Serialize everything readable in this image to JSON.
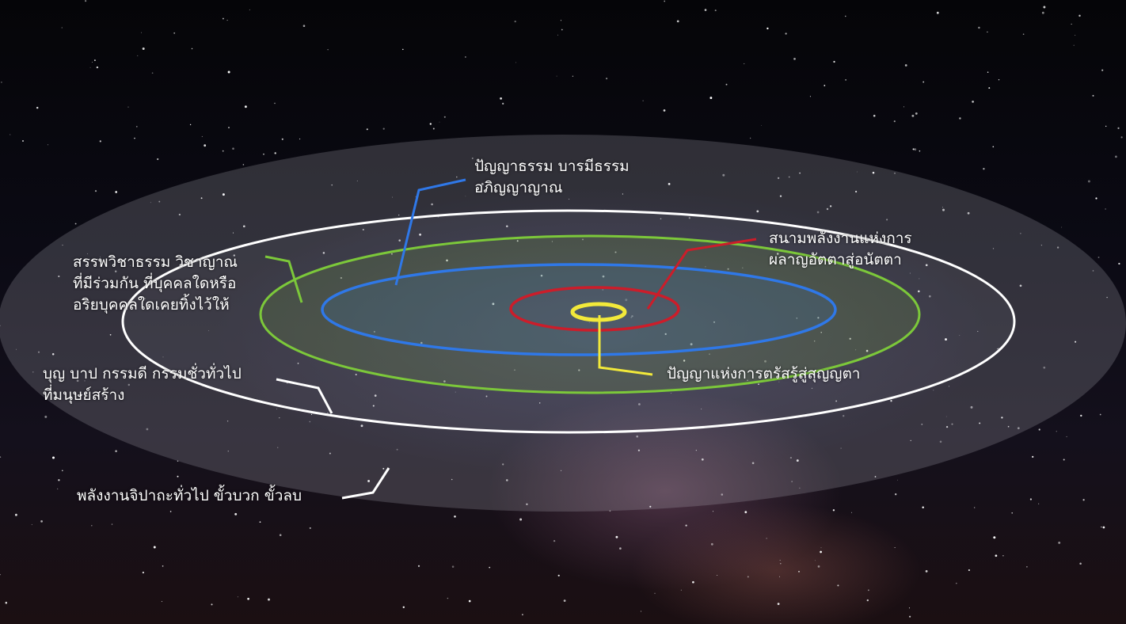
{
  "labels": {
    "blue_ring": {
      "line1": "ปัญญาธรรม บารมีธรรม",
      "line2": "อภิญญาญาณ",
      "color": "#2f78e8"
    },
    "red_ring": {
      "line1": "สนามพลังงานแห่งการ",
      "line2": "ผลาญอัตตาสู่อนัตตา",
      "color": "#cc1d2a"
    },
    "green_ring": {
      "line1": "สรรพวิชาธรรม วิชาญาณ",
      "line2": "ที่มีร่วมกัน ที่บุคคลใดหรือ",
      "line3": "อริยบุคคลใดเคยทิ้งไว้ให้",
      "color": "#7cc83a"
    },
    "yellow_ring": {
      "line1": "ปัญญาแห่งการตรัสรู้สู่สุญญตา",
      "color": "#f2e93a"
    },
    "white_ring": {
      "line1": "บุญ บาป กรรมดี กรรมชั่วทั่วไป",
      "line2": "ที่มนุษย์สร้าง",
      "color": "#ffffff"
    },
    "outer_field": {
      "line1": "พลังงานจิปาถะทั่วไป ขั้วบวก ขั้วลบ",
      "color": "#ffffff"
    }
  }
}
